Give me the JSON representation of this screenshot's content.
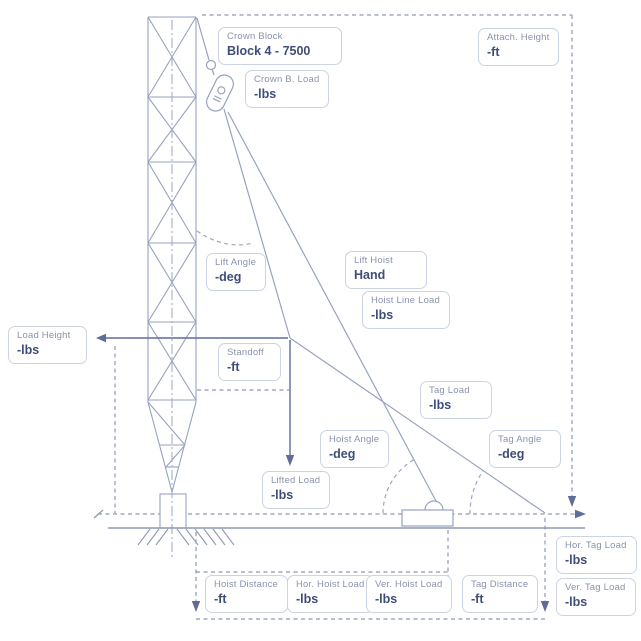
{
  "title": "Gin pole lift rigging diagram",
  "fields": [
    {
      "id": "crown-block",
      "label": "Crown Block",
      "value": "Block 4 - 7500"
    },
    {
      "id": "crown-b-load",
      "label": "Crown B. Load",
      "value": "-lbs"
    },
    {
      "id": "attach-height",
      "label": "Attach. Height",
      "value": "-ft"
    },
    {
      "id": "lift-angle",
      "label": "Lift Angle",
      "value": "-deg"
    },
    {
      "id": "lift-hoist",
      "label": "Lift Hoist",
      "value": "Hand"
    },
    {
      "id": "hoist-line-load",
      "label": "Hoist Line Load",
      "value": "-lbs"
    },
    {
      "id": "load-height",
      "label": "Load Height",
      "value": "-lbs"
    },
    {
      "id": "standoff",
      "label": "Standoff",
      "value": "-ft"
    },
    {
      "id": "tag-load",
      "label": "Tag Load",
      "value": "-lbs"
    },
    {
      "id": "hoist-angle",
      "label": "Hoist Angle",
      "value": "-deg"
    },
    {
      "id": "tag-angle",
      "label": "Tag Angle",
      "value": "-deg"
    },
    {
      "id": "lifted-load",
      "label": "Lifted Load",
      "value": "-lbs"
    },
    {
      "id": "hor-tag-load",
      "label": "Hor. Tag Load",
      "value": "-lbs"
    },
    {
      "id": "ver-tag-load",
      "label": "Ver. Tag Load",
      "value": "-lbs"
    },
    {
      "id": "hoist-distance",
      "label": "Hoist Distance",
      "value": "-ft"
    },
    {
      "id": "hor-hoist-load",
      "label": "Hor. Hoist Load",
      "value": "-lbs"
    },
    {
      "id": "ver-hoist-load",
      "label": "Ver. Hoist Load",
      "value": "-lbs"
    },
    {
      "id": "tag-distance",
      "label": "Tag Distance",
      "value": "-ft"
    }
  ],
  "colors": {
    "line": "#97a2bf",
    "dashed_line": "#8e99b4",
    "dimension_arrow": "#5d6d97",
    "box_border": "#ccd3e3",
    "label_text": "#8b93ac",
    "value_text": "#3f4e78",
    "background": "#ffffff"
  }
}
